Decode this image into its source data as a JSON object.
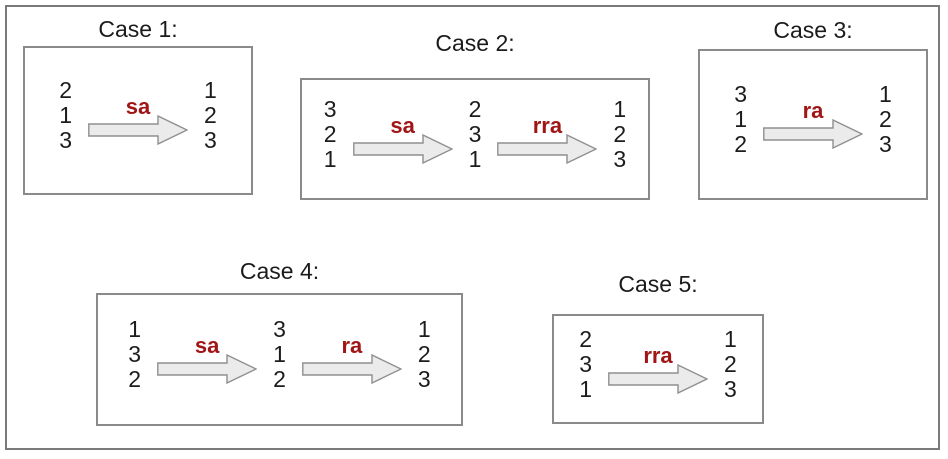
{
  "colors": {
    "op_label": "#a01616",
    "number": "#1c1c1c",
    "title": "#1b1b1b",
    "box_border": "#8a8a8a",
    "frame_border": "#7a7a7a",
    "arrow_fill": "#ebebeb",
    "arrow_stroke": "#8f8f8f",
    "background": "#ffffff"
  },
  "cases": [
    {
      "title": "Case 1:",
      "stacks": [
        [
          "2",
          "1",
          "3"
        ],
        [
          "1",
          "2",
          "3"
        ]
      ],
      "ops": [
        "sa"
      ]
    },
    {
      "title": "Case 2:",
      "stacks": [
        [
          "3",
          "2",
          "1"
        ],
        [
          "2",
          "3",
          "1"
        ],
        [
          "1",
          "2",
          "3"
        ]
      ],
      "ops": [
        "sa",
        "rra"
      ]
    },
    {
      "title": "Case 3:",
      "stacks": [
        [
          "3",
          "1",
          "2"
        ],
        [
          "1",
          "2",
          "3"
        ]
      ],
      "ops": [
        "ra"
      ]
    },
    {
      "title": "Case 4:",
      "stacks": [
        [
          "1",
          "3",
          "2"
        ],
        [
          "3",
          "1",
          "2"
        ],
        [
          "1",
          "2",
          "3"
        ]
      ],
      "ops": [
        "sa",
        "ra"
      ]
    },
    {
      "title": "Case 5:",
      "stacks": [
        [
          "2",
          "3",
          "1"
        ],
        [
          "1",
          "2",
          "3"
        ]
      ],
      "ops": [
        "rra"
      ]
    }
  ]
}
